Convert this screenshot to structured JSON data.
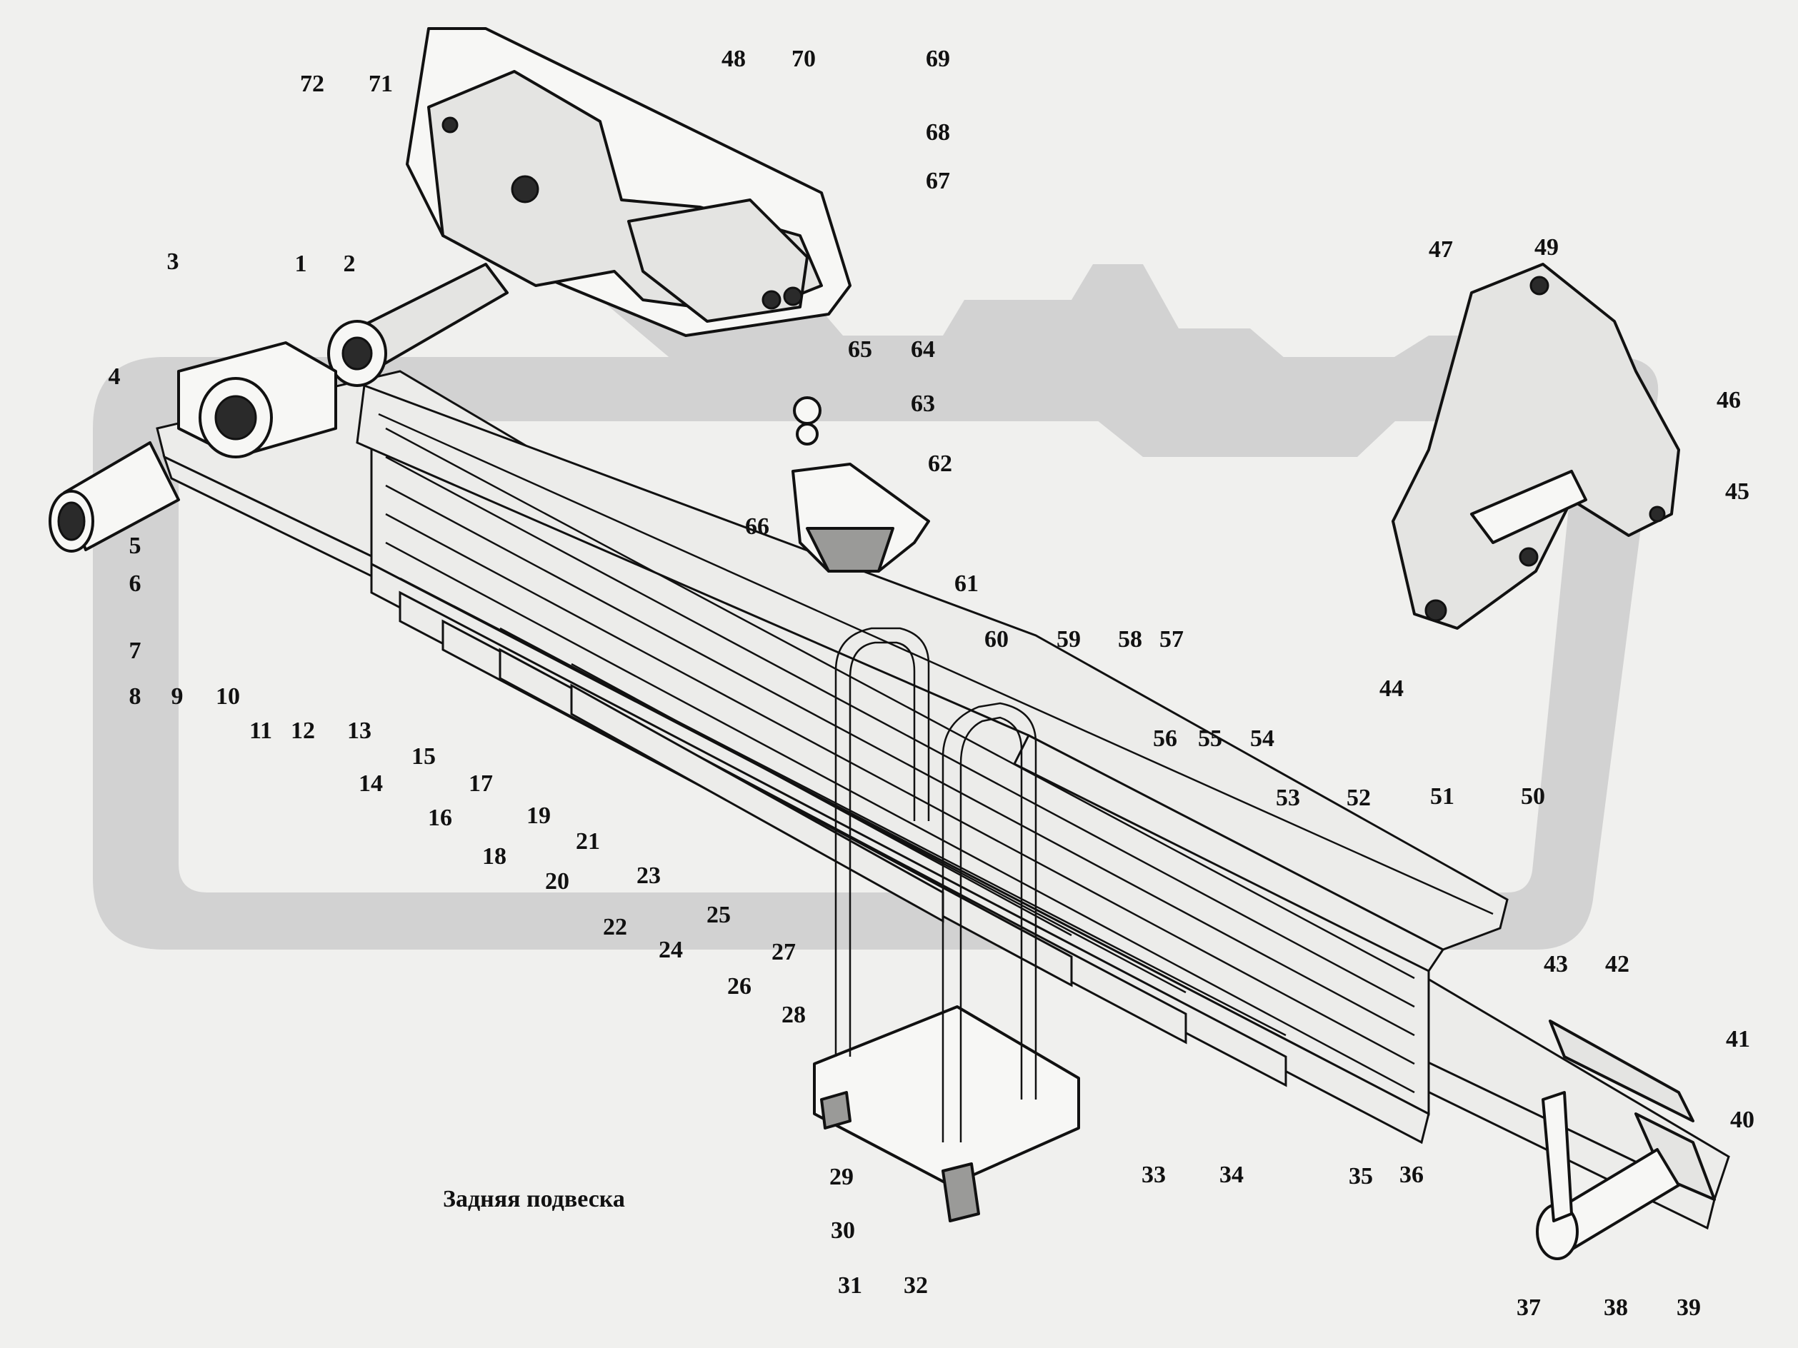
{
  "caption": "Задняя подвеска",
  "part_numbers": [
    "1",
    "2",
    "3",
    "4",
    "5",
    "6",
    "7",
    "8",
    "9",
    "10",
    "11",
    "12",
    "13",
    "14",
    "15",
    "16",
    "17",
    "18",
    "19",
    "20",
    "21",
    "22",
    "23",
    "24",
    "25",
    "26",
    "27",
    "28",
    "29",
    "30",
    "31",
    "32",
    "33",
    "34",
    "35",
    "36",
    "37",
    "38",
    "39",
    "40",
    "41",
    "42",
    "43",
    "44",
    "45",
    "46",
    "47",
    "48",
    "49",
    "50",
    "51",
    "52",
    "53",
    "54",
    "55",
    "56",
    "57",
    "58",
    "59",
    "60",
    "61",
    "62",
    "63",
    "64",
    "65",
    "66",
    "67",
    "68",
    "69",
    "70",
    "71",
    "72"
  ],
  "colors": {
    "background": "#f0f0ee",
    "watermark": "#d2d2d2",
    "ink": "#111111"
  }
}
